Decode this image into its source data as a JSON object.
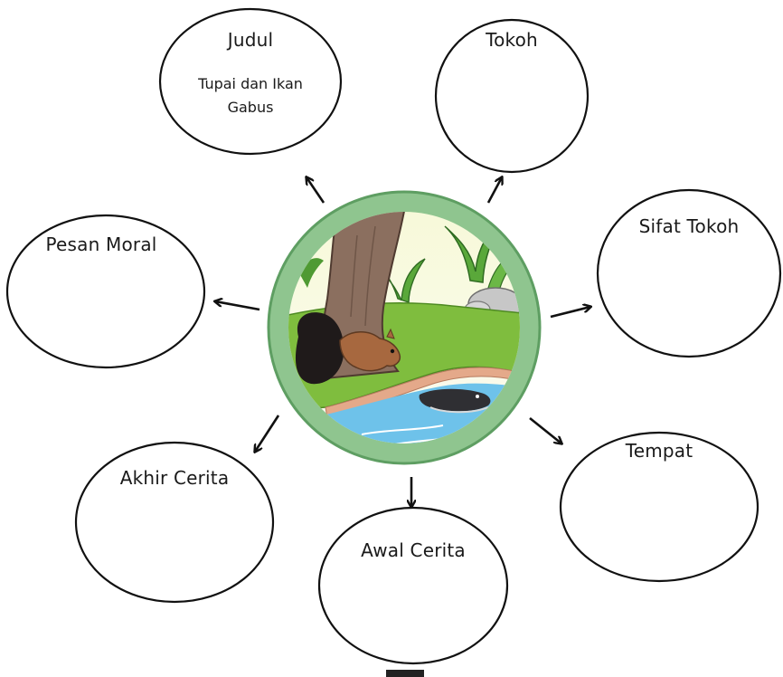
{
  "diagram": {
    "center_illustration": "squirrel and fish by the river",
    "nodes": [
      {
        "id": "judul",
        "title": "Judul",
        "lines": [
          "Tupai dan Ikan",
          "Gabus"
        ]
      },
      {
        "id": "tokoh",
        "title": "Tokoh",
        "lines": []
      },
      {
        "id": "sifat-tokoh",
        "title": "Sifat Tokoh",
        "lines": []
      },
      {
        "id": "tempat",
        "title": "Tempat",
        "lines": []
      },
      {
        "id": "awal-cerita",
        "title": "Awal Cerita",
        "lines": []
      },
      {
        "id": "akhir-cerita",
        "title": "Akhir Cerita",
        "lines": []
      },
      {
        "id": "pesan-moral",
        "title": "Pesan Moral",
        "lines": []
      }
    ]
  },
  "colors": {
    "ring": "#8fc58f",
    "ring_border": "#5e9e62",
    "grass": "#7fbd3e",
    "water": "#6ec2ea",
    "trunk": "#8b6f5f",
    "squirrel": "#a7683f",
    "fish": "#2f2f33"
  }
}
